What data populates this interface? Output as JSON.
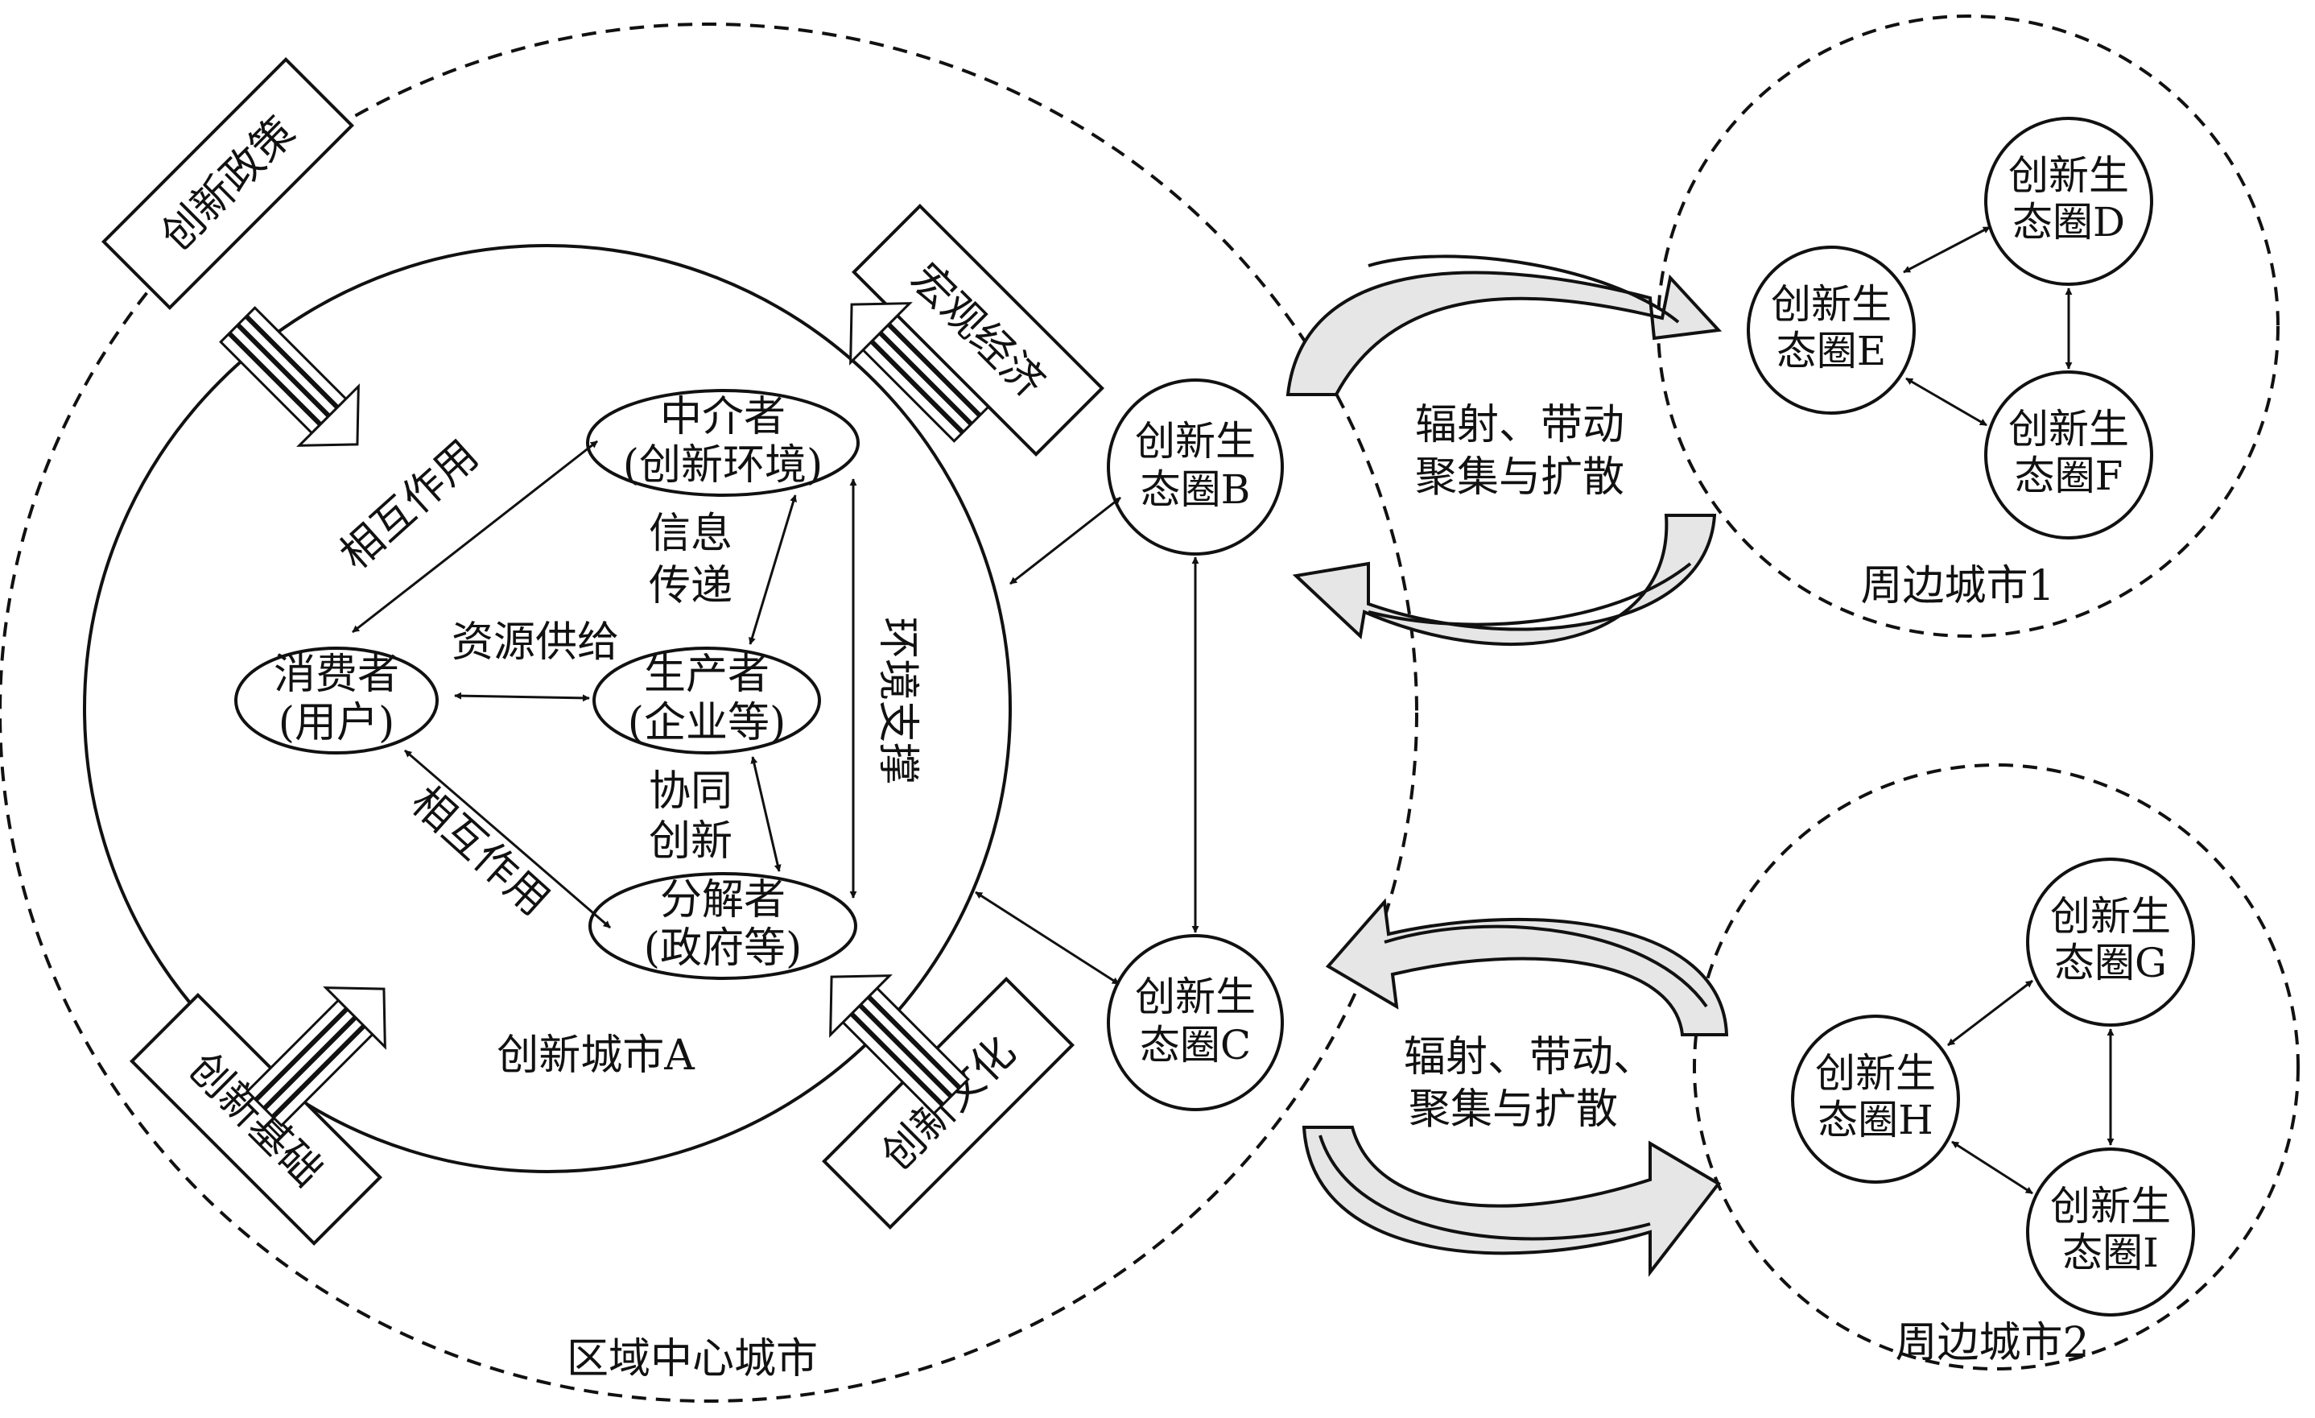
{
  "region": {
    "label": "区域中心城市"
  },
  "city_a": {
    "label": "创新城市A",
    "roles": {
      "intermediary": [
        "中介者",
        "(创新环境)"
      ],
      "consumer": [
        "消费者",
        "(用户)"
      ],
      "producer": [
        "生产者",
        "(企业等)"
      ],
      "decomposer": [
        "分解者",
        "(政府等)"
      ]
    },
    "relations": {
      "interaction_top": "相互作用",
      "interaction_bottom": "相互作用",
      "resource_supply": "资源供给",
      "info_transfer": [
        "信息",
        "传递"
      ],
      "collab": [
        "协同",
        "创新"
      ],
      "env_support": "环境支撑"
    }
  },
  "factors": {
    "policy": "创新政策",
    "macro": "宏观经济",
    "foundation": "创新基础",
    "culture": "创新文化"
  },
  "ecosystems": {
    "b": [
      "创新生",
      "态圈B"
    ],
    "c": [
      "创新生",
      "态圈C"
    ],
    "d": [
      "创新生",
      "态圈D"
    ],
    "e": [
      "创新生",
      "态圈E"
    ],
    "f": [
      "创新生",
      "态圈F"
    ],
    "g": [
      "创新生",
      "态圈G"
    ],
    "h": [
      "创新生",
      "态圈H"
    ],
    "i": [
      "创新生",
      "态圈I"
    ]
  },
  "flows": {
    "top": [
      "辐射、带动",
      "聚集与扩散"
    ],
    "bottom": [
      "辐射、带动、",
      "聚集与扩散"
    ]
  },
  "cities": {
    "city1": "周边城市1",
    "city2": "周边城市2"
  }
}
